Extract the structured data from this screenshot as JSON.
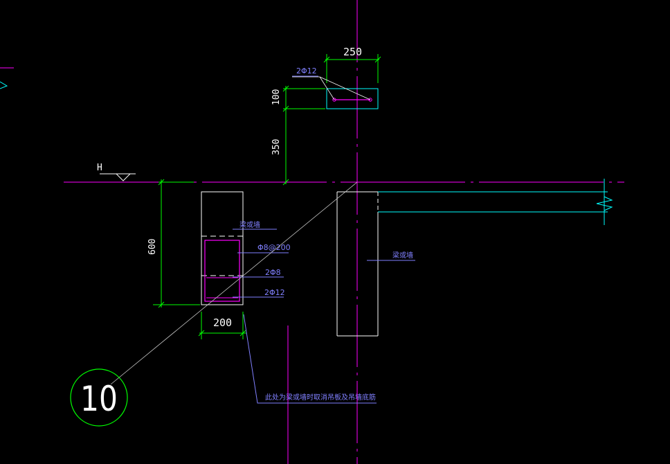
{
  "colors": {
    "background": "#000000",
    "axis": "#ff00ff",
    "dimension": "#00ff00",
    "outline": "#ffffff",
    "slab": "#00ffff",
    "leader": "#8080ff",
    "rebar": "#ff00ff"
  },
  "dimensions": {
    "top_width": "250",
    "top_height": "100",
    "top_offset": "350",
    "beam_height": "600",
    "beam_width": "200"
  },
  "labels": {
    "elevation": "H",
    "top_bars": "2Φ12",
    "wall_left": "梁或墙",
    "stirrup": "Φ8@200",
    "mid_bars": "2Φ8",
    "bottom_bars": "2Φ12",
    "wall_right": "梁或墙",
    "note": "此处为梁或墙时取消吊板及吊墙底筋",
    "detail_number": "10"
  }
}
